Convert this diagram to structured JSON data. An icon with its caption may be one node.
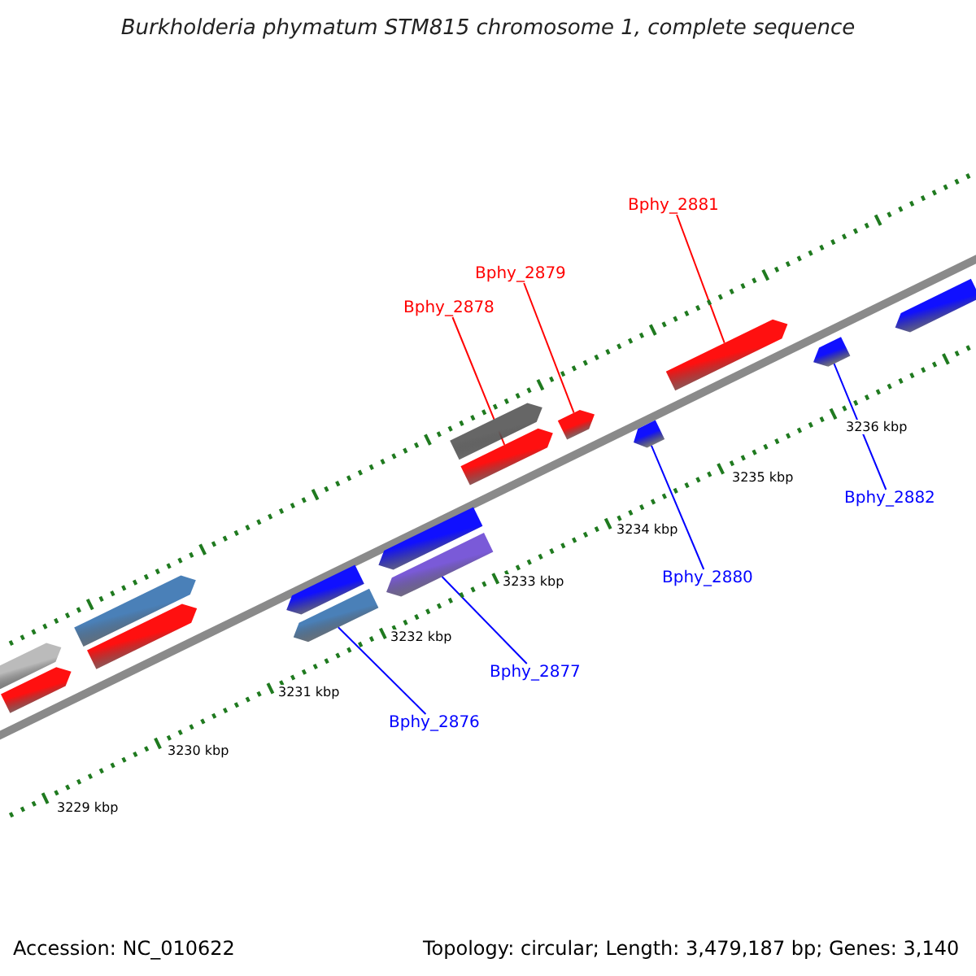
{
  "diagram": {
    "title": "Burkholderia phymatum STM815 chromosome 1, complete sequence",
    "nodes": [
      {
        "text": [
          "Bphy_2881"
        ]
      },
      {
        "text": [],
        "shape": "box"
      },
      {
        "text": [
          "Bphy_2879"
        ]
      },
      {
        "text": [],
        "shape": "box"
      },
      {
        "text": [
          "Bphy_2878"
        ]
      },
      {
        "text": [],
        "shape": "box"
      },
      {
        "text": [
          "Bphy_2882"
        ]
      },
      {
        "text": [],
        "shape": "box"
      },
      {
        "text": [
          "Bphy_2880"
        ]
      },
      {
        "text": [],
        "shape": "box"
      },
      {
        "text": [
          "Bphy_2877"
        ]
      },
      {
        "text": [],
        "shape": "box"
      },
      {
        "text": [
          "Bphy_2876"
        ]
      },
      {
        "text": [],
        "shape": "box"
      },
      {
        "text": [],
        "shape": "box"
      },
      {
        "text": [],
        "shape": "box"
      },
      {
        "text": [],
        "shape": "box"
      },
      {
        "text": [],
        "shape": "box"
      },
      {
        "text": [],
        "shape": "box"
      },
      {
        "text": [],
        "shape": "box"
      },
      {
        "text": [],
        "shape": "box"
      },
      {
        "text": [],
        "shape": "box"
      }
    ],
    "edges": [
      {
        "from": 0,
        "to": 1,
        "arrow": "none",
        "color": "#ff0000"
      },
      {
        "from": 2,
        "to": 3,
        "arrow": "none",
        "color": "#ff0000"
      },
      {
        "from": 4,
        "to": 5,
        "arrow": "none",
        "color": "#ff0000"
      },
      {
        "from": 6,
        "to": 7,
        "arrow": "none",
        "color": "#0000ff"
      },
      {
        "from": 8,
        "to": 9,
        "arrow": "none",
        "color": "#0000ff"
      },
      {
        "from": 10,
        "to": 11,
        "arrow": "none",
        "color": "#0000ff"
      },
      {
        "from": 12,
        "to": 13,
        "arrow": "none",
        "color": "#0000ff"
      }
    ],
    "labels": [
      "3236 kbp",
      "3235 kbp",
      "3234 kbp",
      "3233 kbp",
      "3232 kbp",
      "3231 kbp",
      "3230 kbp",
      "3229 kbp",
      "Accession: NC_010622",
      "Topology: circular; Length: 3,479,187 bp; Genes: 3,140"
    ]
  }
}
